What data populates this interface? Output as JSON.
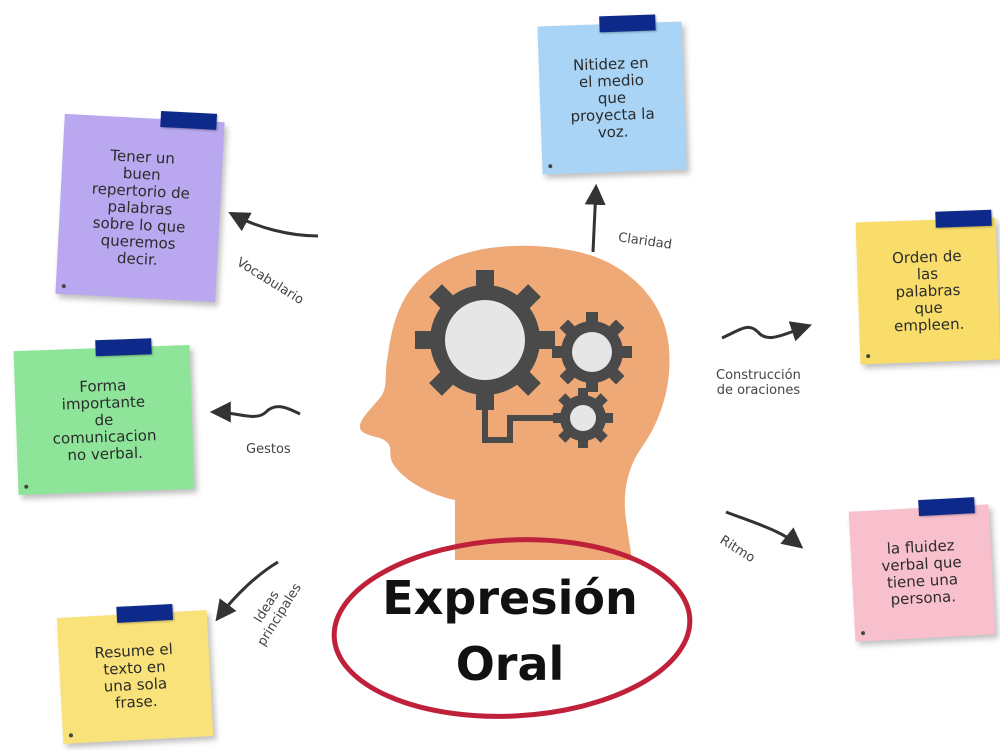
{
  "title": {
    "line1": "Expresión",
    "line2": "Oral"
  },
  "branches": [
    {
      "label": "Vocabulario",
      "note": "Tener un\nbuen\nrepertorio de\npalabras\nsobre lo que\nqueremos\ndecir."
    },
    {
      "label": "Claridad",
      "note": "Nitidez en\nel medio\nque\nproyecta la\nvoz."
    },
    {
      "label": "Construcción\nde oraciones",
      "note": "Orden de\nlas\npalabras\nque\nempleen."
    },
    {
      "label": "Gestos",
      "note": "Forma\nimportante\nde\ncomunicacion\nno verbal."
    },
    {
      "label": "Ritmo",
      "note": "la fluidez\nverbal que\ntiene una\npersona."
    },
    {
      "label": "Ideas\nprincipales",
      "note": "Resume el\ntexto en\nuna sola\nfrase."
    }
  ],
  "colors": {
    "head": "#eea976",
    "gear": "#4a4a4a",
    "gear_center": "#e6e6e6",
    "ellipse": "#c0213a",
    "tape": "#0d2a8a",
    "note_purple": "#b9a8ef",
    "note_blue": "#a9d4f5",
    "note_yellow": "#f8dd6a",
    "note_green": "#8ee59a",
    "note_pink": "#f8c0cd",
    "note_yellow2": "#f9e27a"
  },
  "icons": [
    "head-silhouette-icon",
    "gears-icon",
    "arrow-icon"
  ]
}
